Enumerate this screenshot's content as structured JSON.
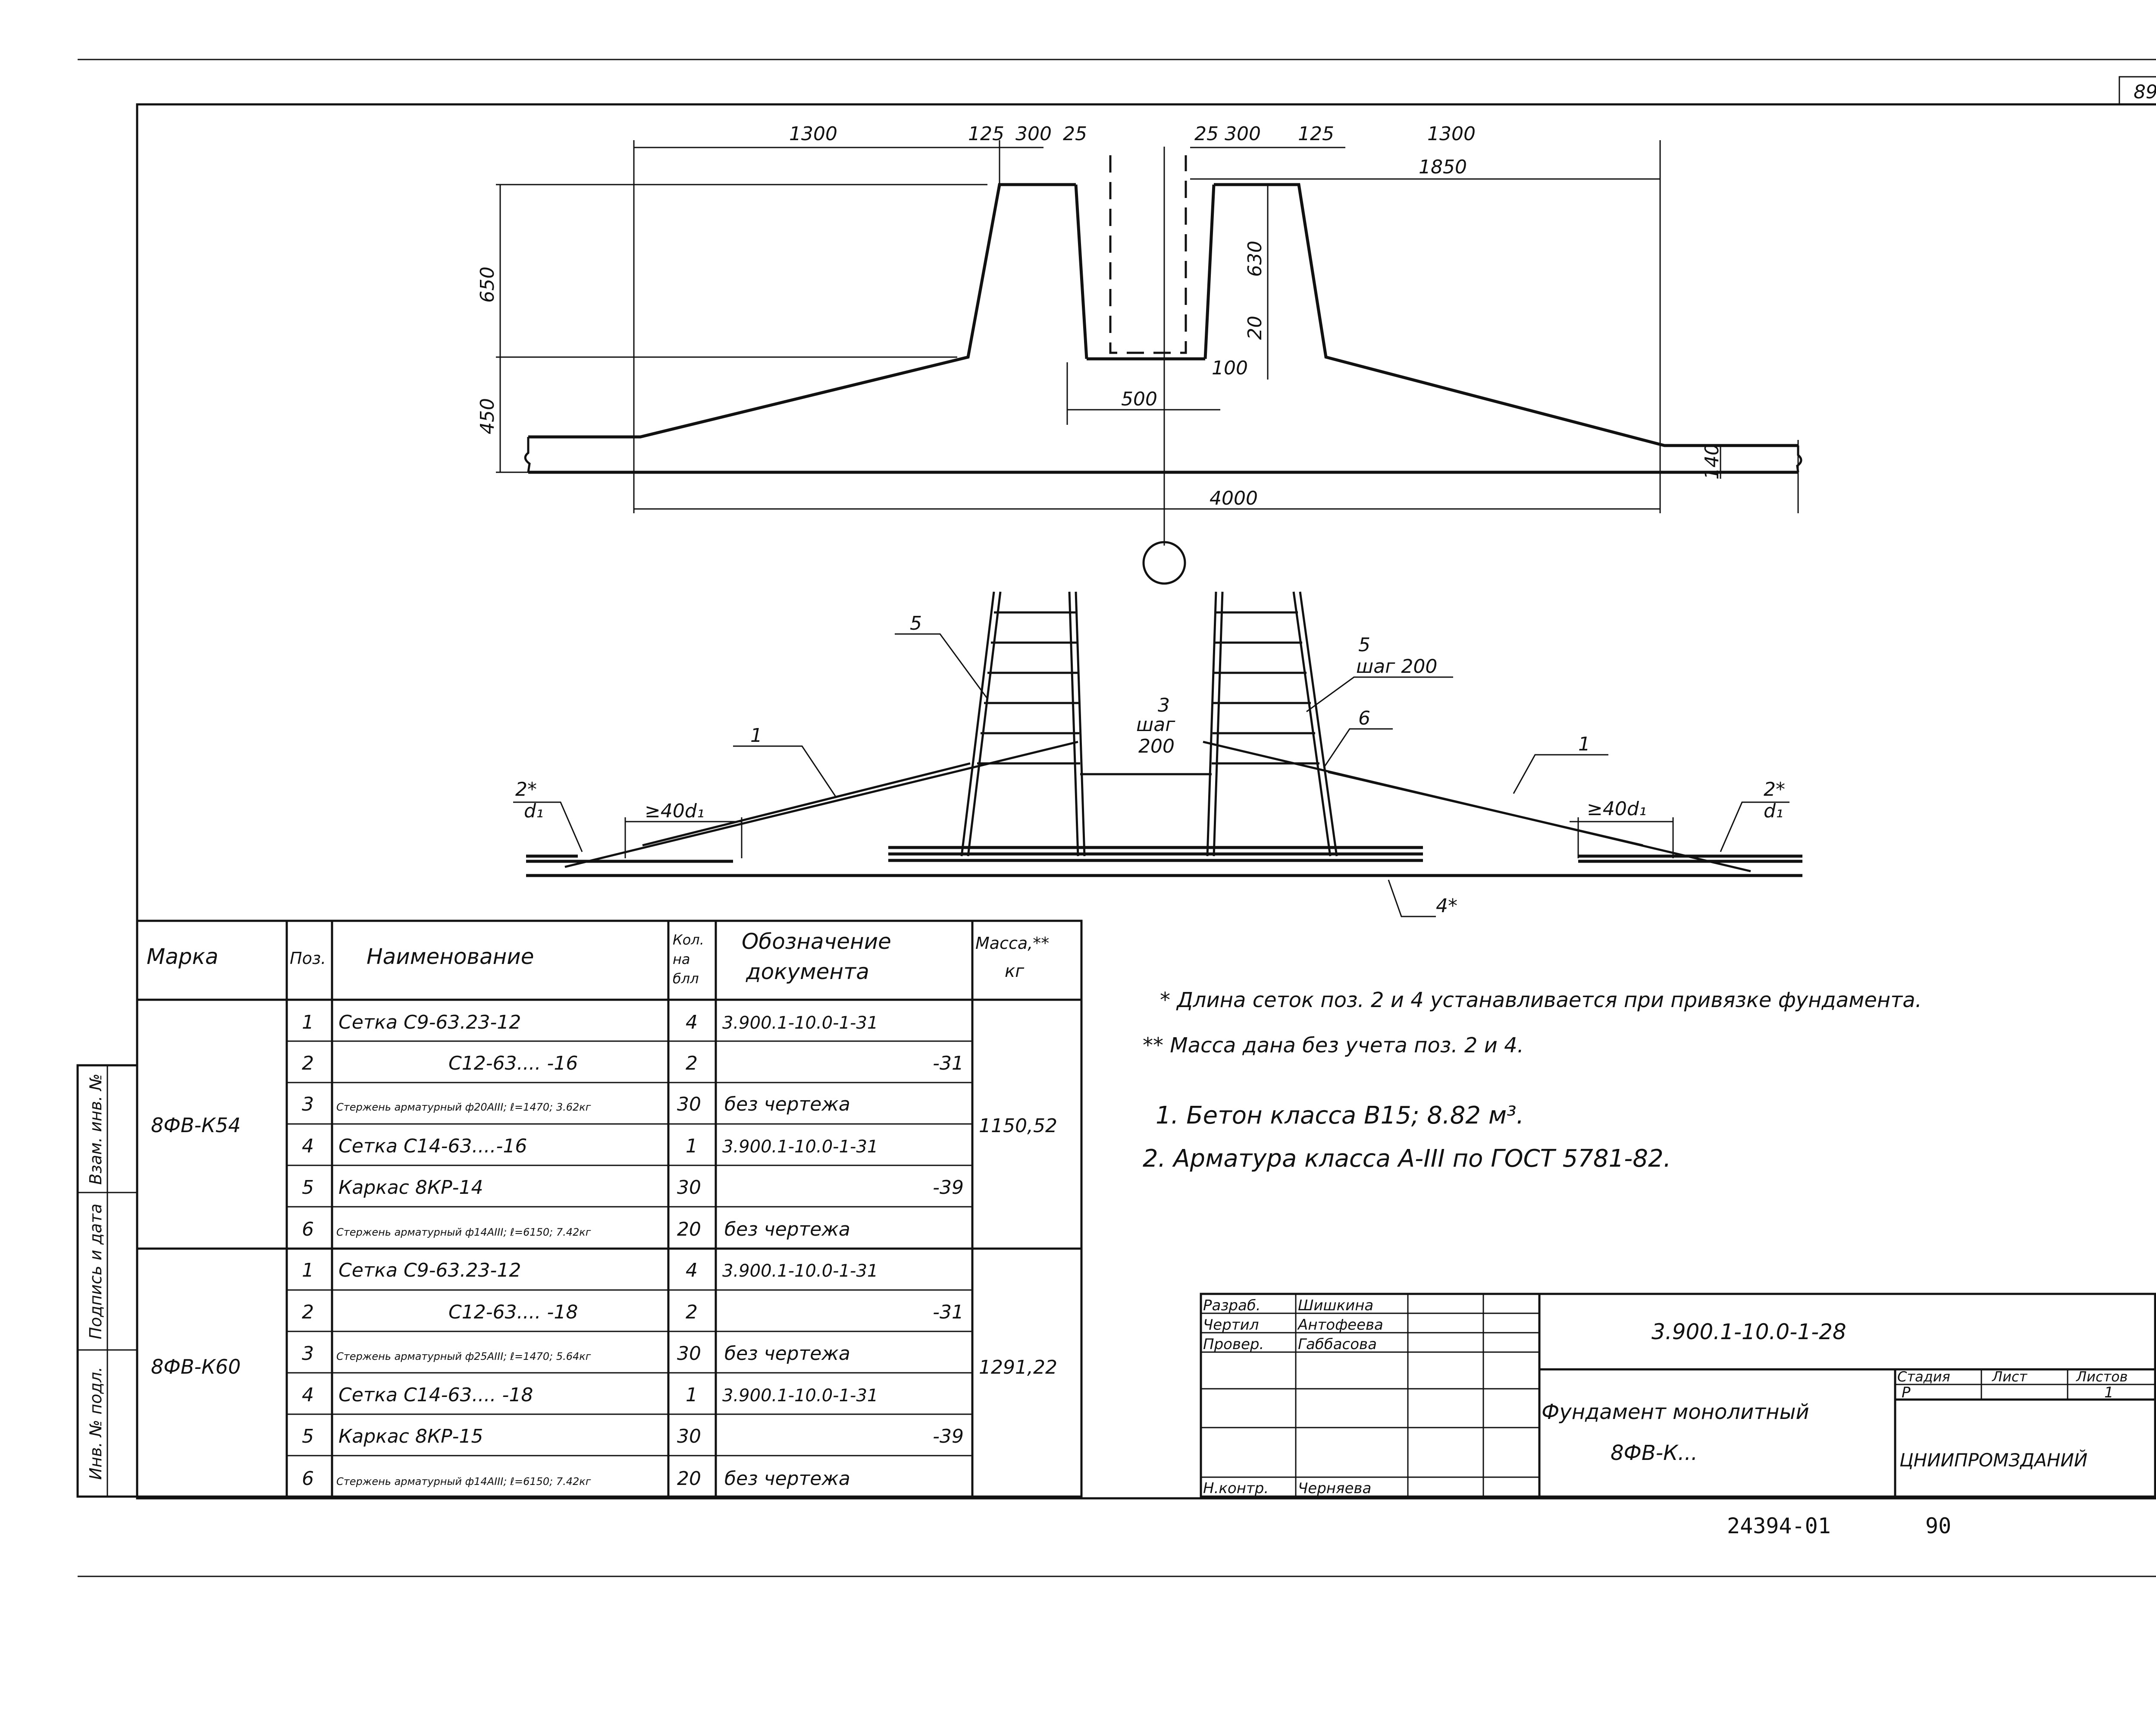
{
  "sheet_number": "89",
  "page_footer_code": "24394-01",
  "page_footer_number": "90",
  "section_dims": {
    "top_left_1300": "1300",
    "top_left_125": "125",
    "top_left_300": "300",
    "top_left_25": "25",
    "top_right_25": "25",
    "top_right_300": "300",
    "top_right_125": "125",
    "top_right_1300": "1300",
    "top_right_1850": "1850",
    "left_650": "650",
    "left_450": "450",
    "inner_630": "630",
    "inner_20": "20",
    "inner_100": "100",
    "inner_500": "500",
    "right_140": "140",
    "bottom_4000": "4000"
  },
  "rebar_labels": {
    "pos5_left": "5",
    "pos5_right": "5",
    "pos5_right_step": "шаг 200",
    "pos3": "3",
    "pos3_step_a": "шаг",
    "pos3_step_b": "200",
    "pos6": "6",
    "pos1_left": "1",
    "pos1_right": "1",
    "pos2_left": "2*",
    "pos2_right": "2*",
    "d1_left": "d₁",
    "d1_right": "d₁",
    "lap_left": "≥40d₁",
    "lap_right": "≥40d₁",
    "pos4": "4*"
  },
  "spec_table": {
    "headers": {
      "mark": "Марка",
      "pos": "Поз.",
      "name": "Наименование",
      "qty_a": "Кол.",
      "qty_b": "на",
      "qty_c": "блл",
      "doc_a": "Обозначение",
      "doc_b": "документа",
      "mass_a": "Масса,**",
      "mass_b": "кг"
    },
    "groups": [
      {
        "mark": "8ФВ-К54",
        "mass": "1150,52",
        "rows": [
          {
            "pos": "1",
            "name": "Сетка С9-63.23-12",
            "qty": "4",
            "doc": "3.900.1-10.0-1-31"
          },
          {
            "pos": "2",
            "name": "С12-63.... -16",
            "qty": "2",
            "doc": "-31"
          },
          {
            "pos": "3",
            "name": "Стержень арматурный ф20АIII; ℓ=1470; 3.62кг",
            "qty": "30",
            "doc": "без чертежа"
          },
          {
            "pos": "4",
            "name": "Сетка С14-63....-16",
            "qty": "1",
            "doc": "3.900.1-10.0-1-31"
          },
          {
            "pos": "5",
            "name": "Каркас 8КР-14",
            "qty": "30",
            "doc": "-39"
          },
          {
            "pos": "6",
            "name": "Стержень арматурный ф14АIII; ℓ=6150; 7.42кг",
            "qty": "20",
            "doc": "без чертежа"
          }
        ]
      },
      {
        "mark": "8ФВ-К60",
        "mass": "1291,22",
        "rows": [
          {
            "pos": "1",
            "name": "Сетка С9-63.23-12",
            "qty": "4",
            "doc": "3.900.1-10.0-1-31"
          },
          {
            "pos": "2",
            "name": "С12-63.... -18",
            "qty": "2",
            "doc": "-31"
          },
          {
            "pos": "3",
            "name": "Стержень арматурный ф25АIII; ℓ=1470; 5.64кг",
            "qty": "30",
            "doc": "без чертежа"
          },
          {
            "pos": "4",
            "name": "Сетка С14-63.... -18",
            "qty": "1",
            "doc": "3.900.1-10.0-1-31"
          },
          {
            "pos": "5",
            "name": "Каркас 8КР-15",
            "qty": "30",
            "doc": "-39"
          },
          {
            "pos": "6",
            "name": "Стержень арматурный ф14АIII; ℓ=6150; 7.42кг",
            "qty": "20",
            "doc": "без чертежа"
          }
        ]
      }
    ]
  },
  "notes": {
    "star1": "* Длина сеток поз. 2 и 4 устанавливается при привязке фундамента.",
    "star2": "** Масса дана без учета поз. 2 и 4.",
    "n1": "1. Бетон класса В15; 8.82 м³.",
    "n2": "2. Арматура класса А-III по ГОСТ 5781-82."
  },
  "side_stamp": {
    "inv_orig": "Инв. № подл.",
    "sign_date": "Подпись и дата",
    "inv_replace": "Взам. инв. №"
  },
  "title_block": {
    "roles": [
      {
        "role": "Разраб.",
        "name": "Шишкина"
      },
      {
        "role": "Чертил",
        "name": "Антофеева"
      },
      {
        "role": "Провер.",
        "name": "Габбасова"
      },
      {
        "role": "",
        "name": ""
      },
      {
        "role": "",
        "name": ""
      },
      {
        "role": "Н.контр.",
        "name": "Черняева"
      }
    ],
    "code": "3.900.1-10.0-1-28",
    "title_a": "Фундамент монолитный",
    "title_b": "8ФВ-К...",
    "stage_label": "Стадия",
    "sheet_label": "Лист",
    "sheets_label": "Листов",
    "stage_value": "Р",
    "sheets_value": "1",
    "org": "ЦНИИПРОМЗДАНИЙ"
  }
}
